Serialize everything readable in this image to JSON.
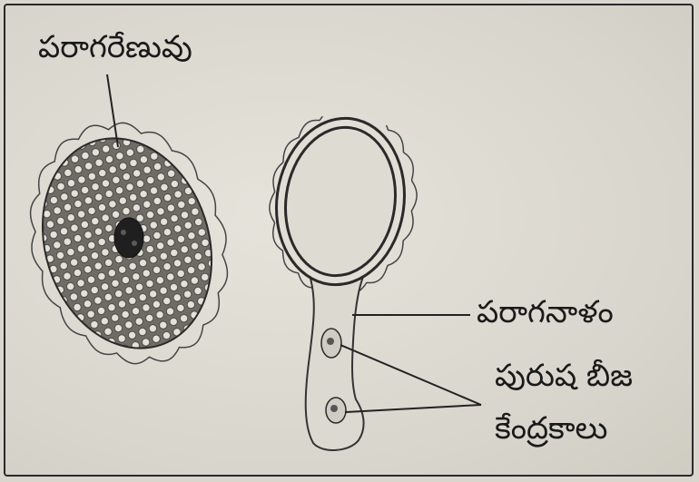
{
  "labels": {
    "pollen_grain": "పరాగరేణువు",
    "pollen_tube": "పరాగనాళం",
    "male_nuclei_line1": "పురుష బీజ",
    "male_nuclei_line2": "కేంద్రకాలు"
  },
  "colors": {
    "background": "#d9d6cd",
    "ink": "#1a1a1a",
    "pollen_fill": "#7a7770"
  }
}
